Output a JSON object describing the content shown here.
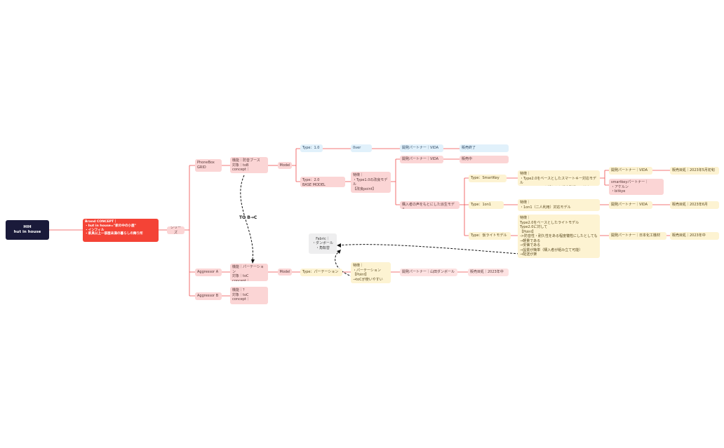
{
  "root": {
    "line1": "HIH",
    "line2": "hut in house"
  },
  "concept": "Brand CONCEPT｜\n・hut in house=\"家の中の小屋\"\n・インフィル\n・家具以上一部屋未満の暮らしの舞り所",
  "series": "シリーズ",
  "products": {
    "phonebox": "PhoneBox\nGRID",
    "phonebox_desc": "機能｜防音ブース\n対象｜toB\nconcept｜",
    "aggressor_a": "Aggressor A",
    "aggressor_a_desc": "機能｜パーテーション\n対象｜toC\nconcept｜",
    "aggressor_b": "Aggressor B",
    "aggressor_b_desc": "機能｜？\n対象｜toC\nconcept｜"
  },
  "model_label": "Model",
  "phonebox_models": {
    "type10": "Type：1.0",
    "type10_ver": "0ver",
    "type10_partner": "開発パートナー｜VIDA",
    "type10_status": "販売終了",
    "type20": "Type：2.0\nBASE MODEL",
    "type20_feature": "特徴｜\n・Type1.0の改良モデル\n【改良point】\n…",
    "type20_partner": "開発パートナー｜VIDA",
    "type20_status": "販売中",
    "derived": "購入者の声をもとにした派生モデル"
  },
  "derived_models": {
    "smartkey": "Type：SmartKey",
    "smartkey_feature": "特徴｜\n・Type2.0をベースとしたスマートキー対応モデル\n・スマートキーを活かした課金型運用に対応",
    "smartkey_partner1": "開発パートナー｜VIDA",
    "smartkey_partner2": "smartkeyパートナー｜\n・アケルン\n・bitkye",
    "smartkey_date": "販売目処｜2023年5月初旬",
    "oneonone": "Type：1on1",
    "oneonone_feature": "特徴｜\n・1on1（二人利用）対応モデル",
    "oneonone_partner": "開発パートナー｜VIDA",
    "oneonone_date": "販売目処｜2023年6月",
    "light": "Type：仮ライトモデル",
    "light_feature": "特徴｜\nType2.0をベースとしたライトモデル\nType2.0に対して\n【Point】\n->防音性・耐久性をある程度犠牲にしたとしても\n→軽量である\n→安価である\n→設置が簡単（購入者が組み立て可能）\n→配送が楽",
    "light_partner": "開発パートナー｜日本化工機材",
    "light_date": "販売目処｜2023年中"
  },
  "aggressor_models": {
    "partition": "Type：パーテーション",
    "partition_feature": "特徴｜\n・パーテーション\n【Point】\n→toCが使いやすい",
    "partition_partner": "開発パートナー｜山田ダンボール",
    "partition_date": "販売目処｜2023年中"
  },
  "fabric": "Fabric｜\n・ダンボール\n・角転替",
  "to_label": "TO B→C",
  "colors": {
    "line": "#ef4b4b",
    "dash": "#111111"
  }
}
